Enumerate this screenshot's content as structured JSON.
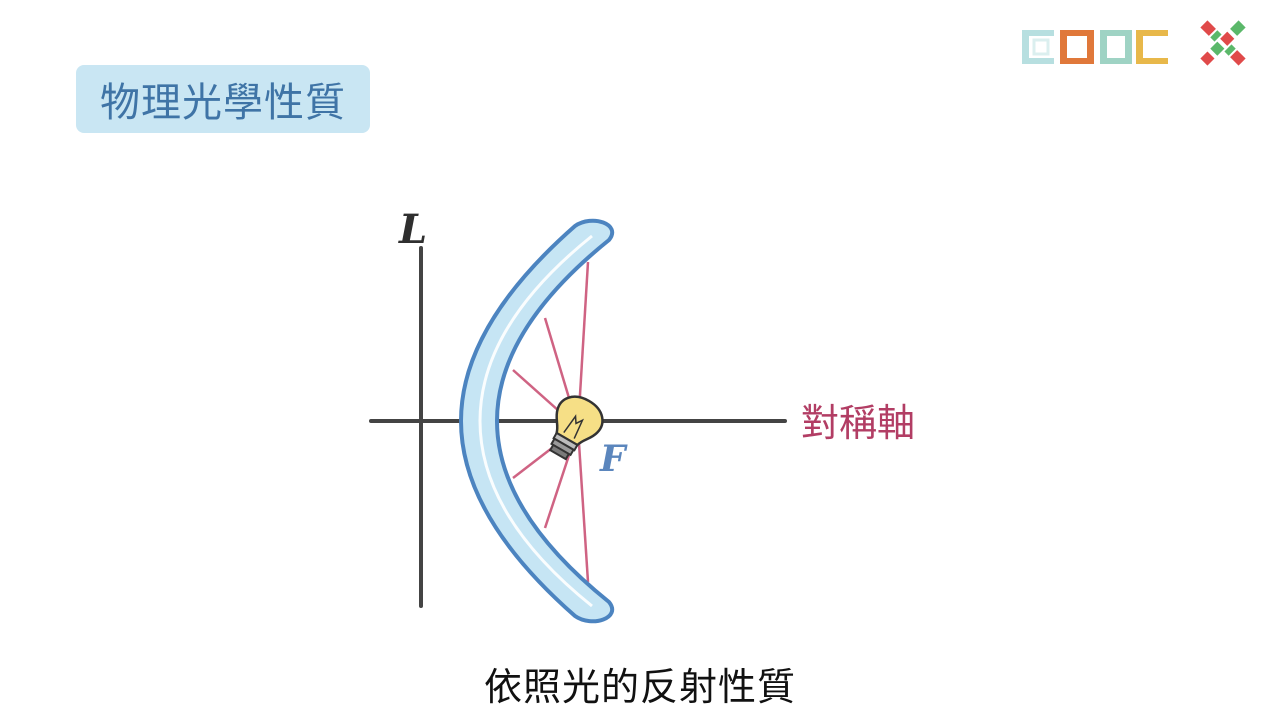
{
  "header": {
    "title": "物理光學性質"
  },
  "diagram": {
    "axis_label_vertical": "L",
    "axis_label_horizontal": "對稱軸",
    "focus_label": "F",
    "colors": {
      "mirror_fill": "#c6e5f4",
      "mirror_stroke": "#4c84c0",
      "rays": "#cf6383",
      "axis_lines": "#444444",
      "axis_label": "#b23d64",
      "focus_label": "#5b86bd"
    },
    "icons": [
      "light-bulb-icon"
    ]
  },
  "subtitle": {
    "text": "依照光的反射性質"
  },
  "branding": {
    "logo_colors": [
      "#b7dfe0",
      "#e0783a",
      "#9fd3c4",
      "#e8b84a"
    ],
    "icon_colors": [
      "#5bb86a",
      "#e04a4a"
    ]
  }
}
